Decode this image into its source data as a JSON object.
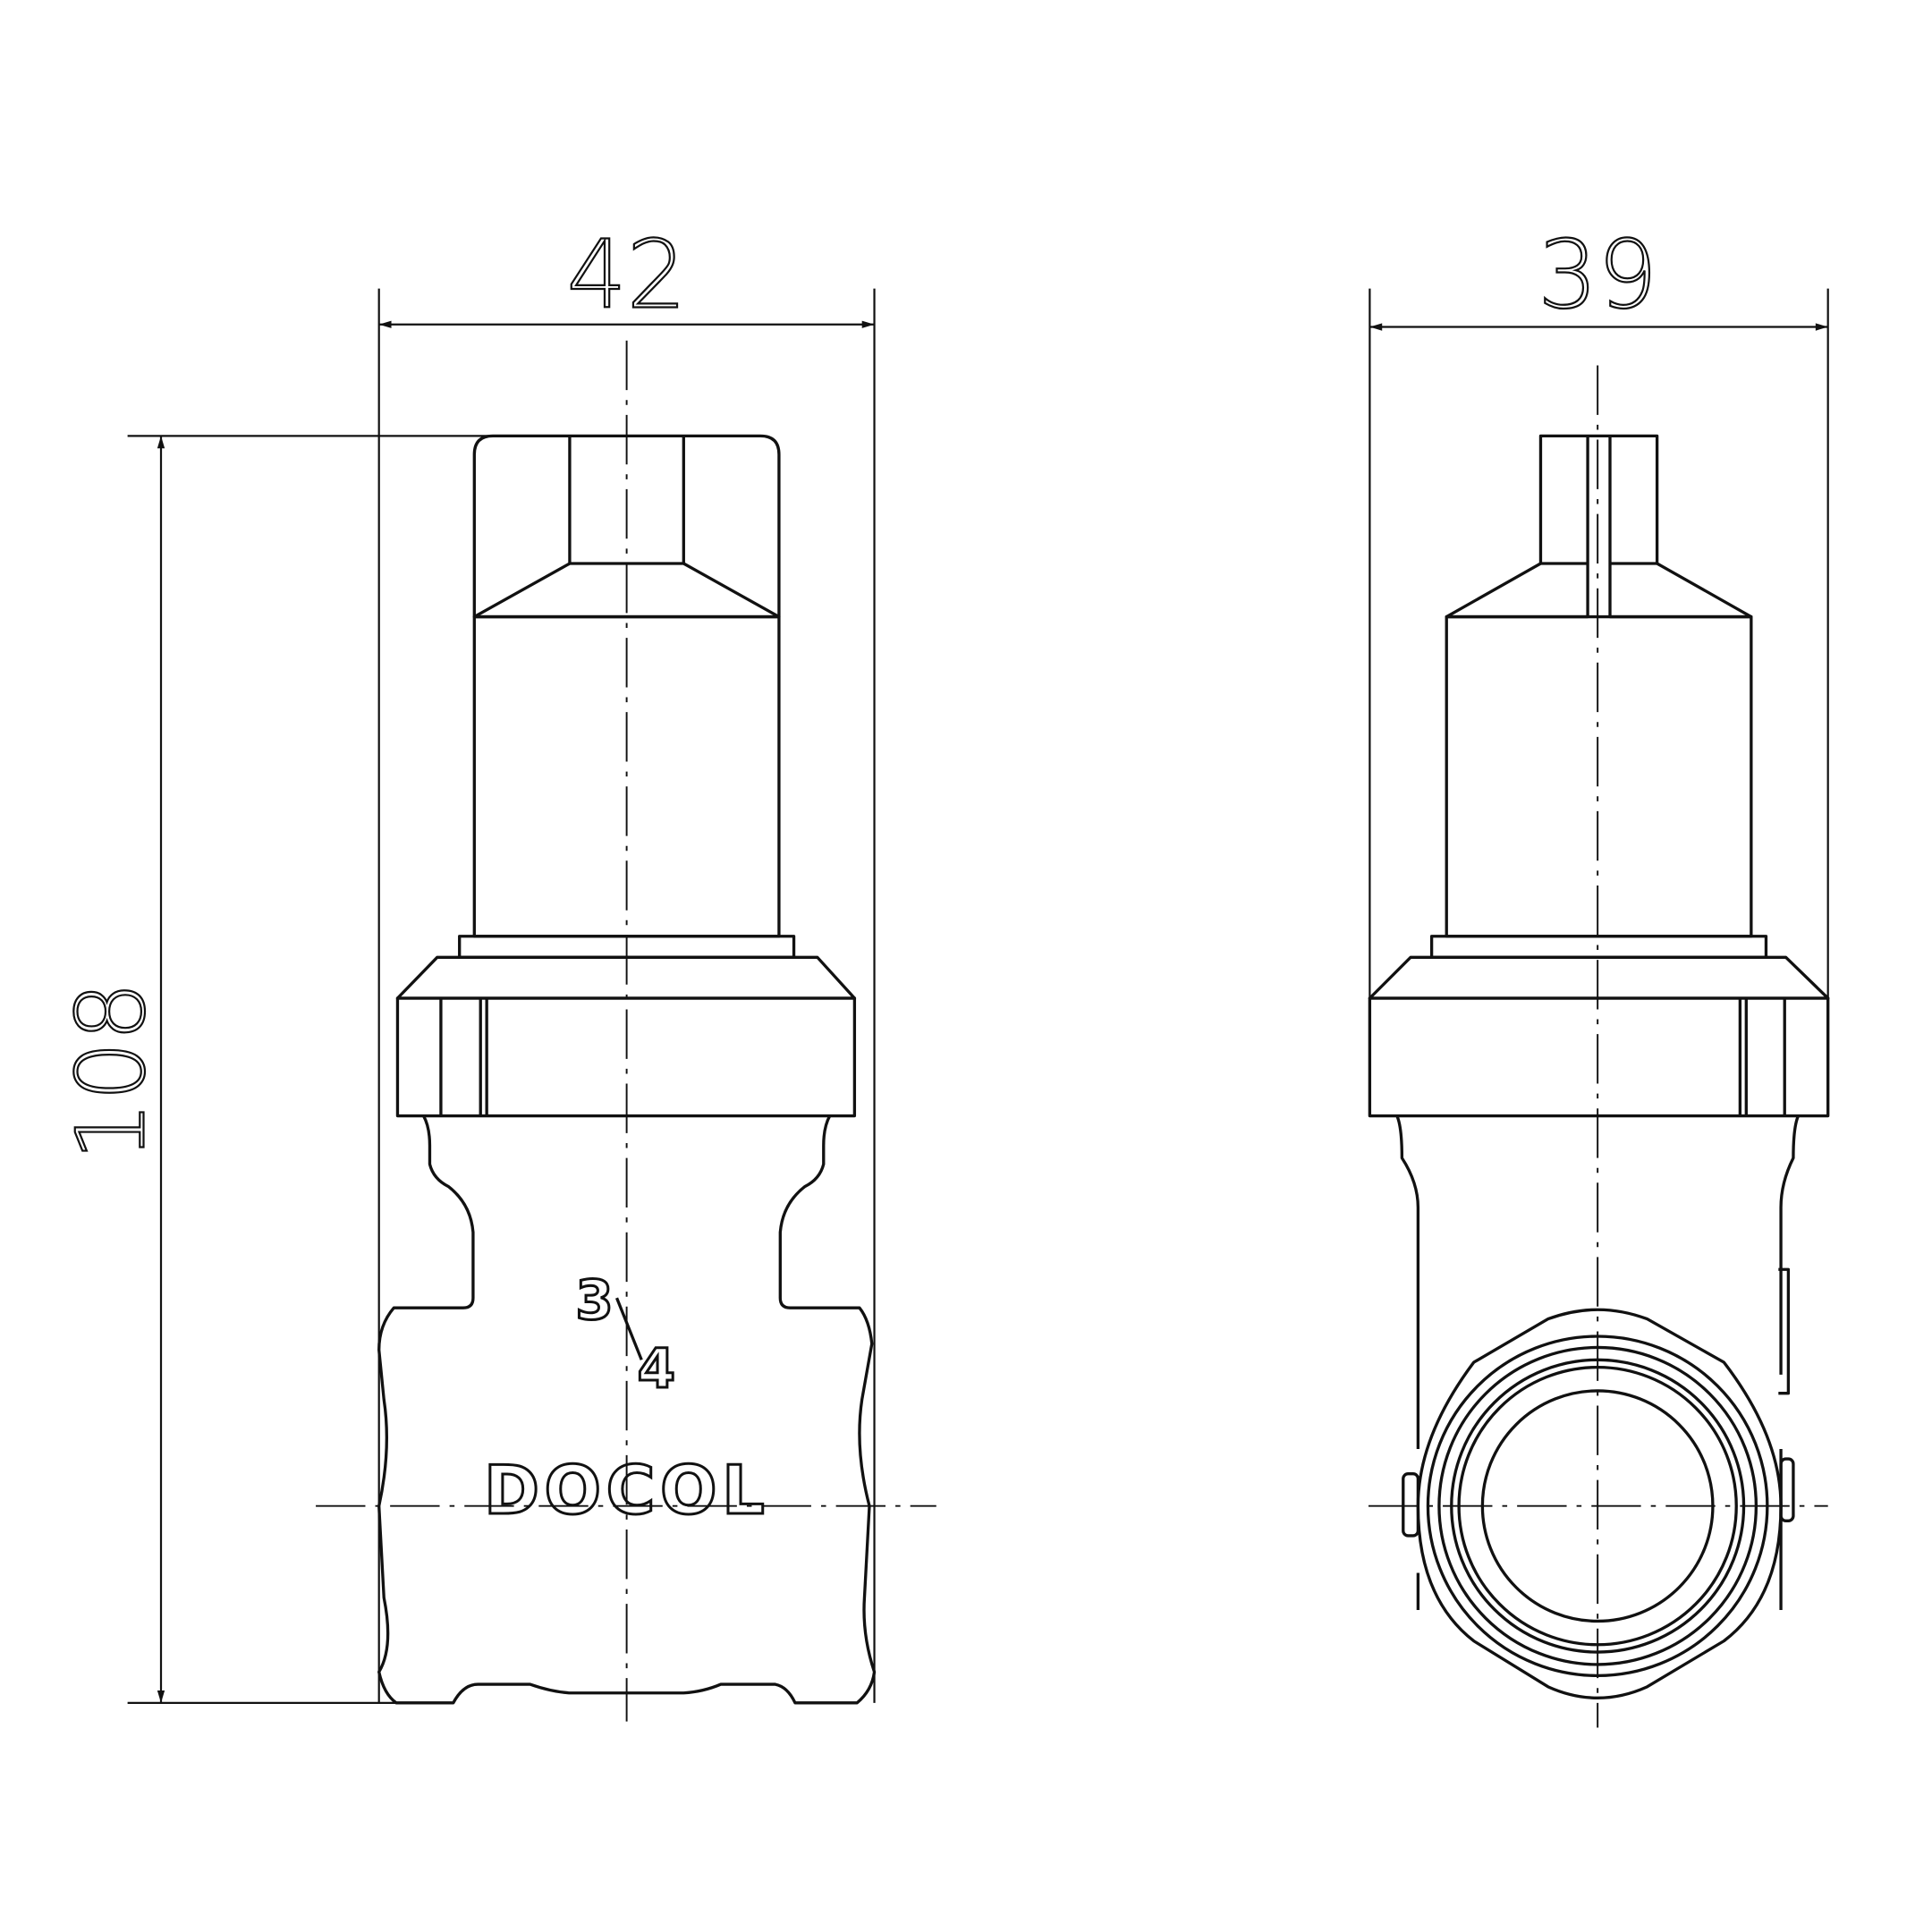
{
  "dimensions": {
    "front_width": "42",
    "side_width": "39",
    "height": "108"
  },
  "markings": {
    "size_numerator": "3",
    "size_denominator": "4",
    "brand": "DOCOL"
  },
  "colors": {
    "line": "#111111",
    "background": "#ffffff"
  }
}
